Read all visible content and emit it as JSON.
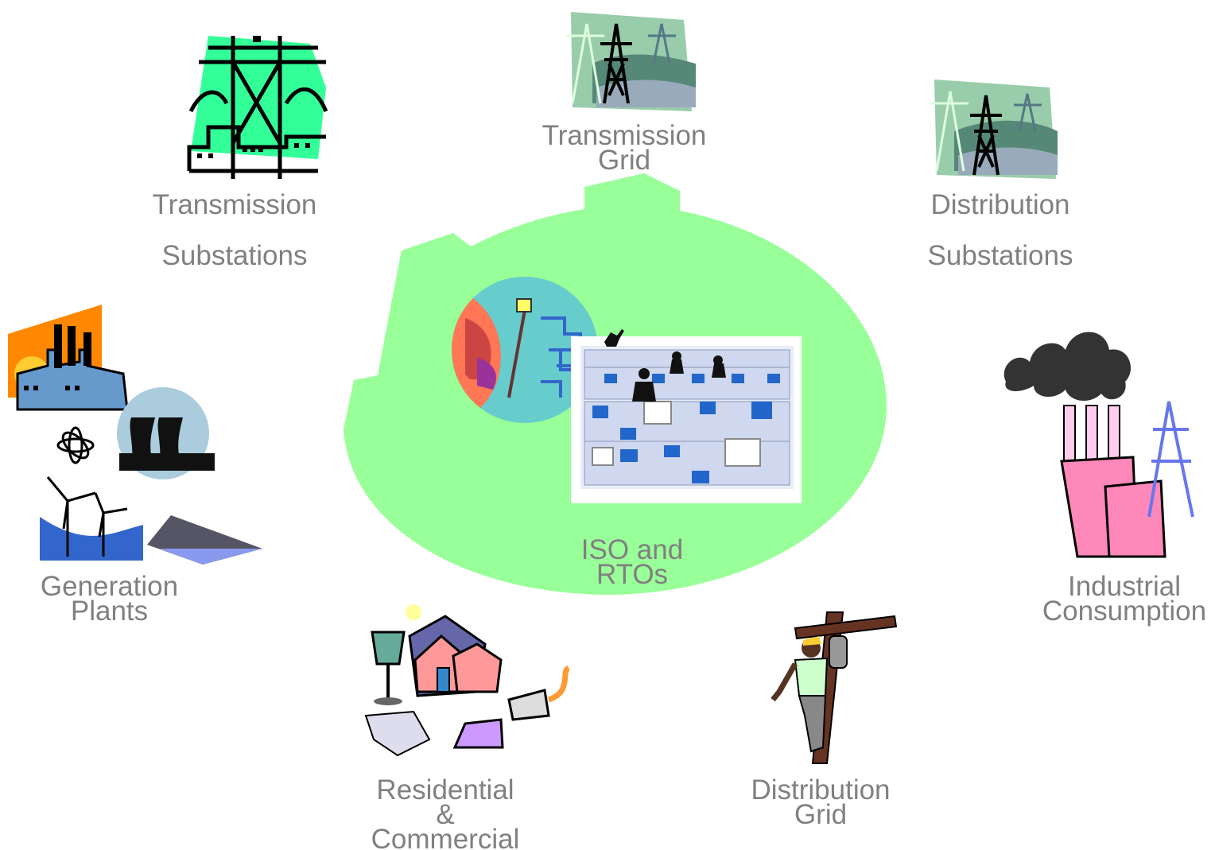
{
  "center": {
    "label_lines": [
      "ISO and",
      "RTOs"
    ],
    "fill_color": "#99ff99"
  },
  "nodes": [
    {
      "id": "transmission-substations",
      "label_lines": [
        "Transmission",
        "Substations"
      ],
      "icon": "transmission-substation-icon"
    },
    {
      "id": "transmission-grid",
      "label_lines": [
        "Transmission",
        "Grid"
      ],
      "icon": "transmission-tower-icon"
    },
    {
      "id": "distribution-substations",
      "label_lines": [
        "Distribution",
        "Substations"
      ],
      "icon": "distribution-substation-icon"
    },
    {
      "id": "generation-plants",
      "label_lines": [
        "Generation",
        "Plants"
      ],
      "icon": "power-plants-icon"
    },
    {
      "id": "industrial-consumption",
      "label_lines": [
        "Industrial",
        "Consumption"
      ],
      "icon": "factory-icon"
    },
    {
      "id": "residential-commercial",
      "label_lines": [
        "Residential",
        "&",
        "Commercial"
      ],
      "icon": "house-appliances-icon"
    },
    {
      "id": "distribution-grid",
      "label_lines": [
        "Distribution",
        "Grid"
      ],
      "icon": "lineman-on-pole-icon"
    }
  ],
  "colors": {
    "label_text": "#808080",
    "center_blob": "#99ff99"
  }
}
